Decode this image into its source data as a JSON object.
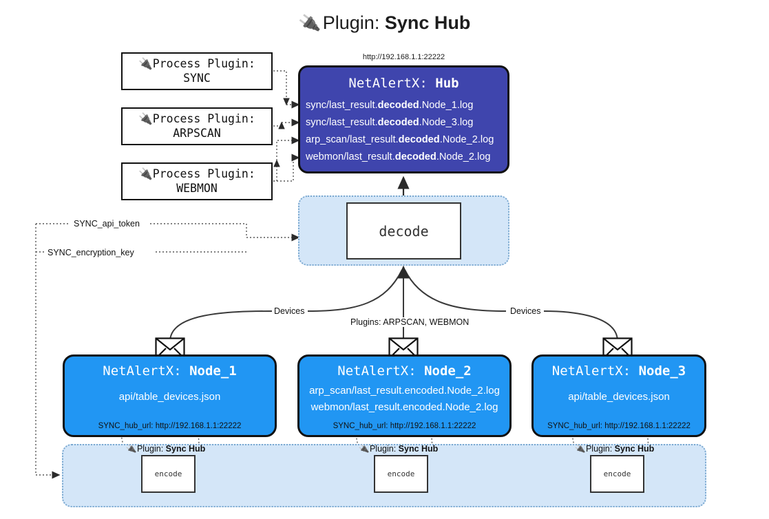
{
  "title": {
    "icon": "plug-icon",
    "prefix": "Plugin:",
    "name": "Sync Hub"
  },
  "hub": {
    "url": "http://192.168.1.1:22222",
    "label_prefix": "NetAlertX:",
    "label_name": "Hub",
    "logs": [
      {
        "pre": "sync/last_result.",
        "mid": "decoded",
        "post": ".Node_1.log"
      },
      {
        "pre": "sync/last_result.",
        "mid": "decoded",
        "post": ".Node_3.log"
      },
      {
        "pre": "arp_scan/last_result.",
        "mid": "decoded",
        "post": ".Node_2.log"
      },
      {
        "pre": "webmon/last_result.",
        "mid": "decoded",
        "post": ".Node_2.log"
      }
    ],
    "color": "#3f45ad"
  },
  "process_plugins": [
    {
      "line1": "Process Plugin:",
      "line2": "SYNC"
    },
    {
      "line1": "Process Plugin:",
      "line2": "ARPSCAN"
    },
    {
      "line1": "Process Plugin:",
      "line2": "WEBMON"
    }
  ],
  "decode": {
    "label": "decode"
  },
  "settings": {
    "api_token": "SYNC_api_token",
    "encryption_key": "SYNC_encryption_key"
  },
  "edge_labels": {
    "devices_left": "Devices",
    "devices_right": "Devices",
    "plugins": "Plugins: ARPSCAN, WEBMON"
  },
  "nodes": [
    {
      "label_prefix": "NetAlertX:",
      "label_name": "Node_1",
      "lines": [
        "api/table_devices.json"
      ],
      "hub_url": "SYNC_hub_url: http://192.168.1.1:22222",
      "color": "#2196f3"
    },
    {
      "label_prefix": "NetAlertX:",
      "label_name": "Node_2",
      "lines": [
        "arp_scan/last_result.encoded.Node_2.log",
        "webmon/last_result.encoded.Node_2.log"
      ],
      "hub_url": "SYNC_hub_url: http://192.168.1.1:22222",
      "color": "#2196f3"
    },
    {
      "label_prefix": "NetAlertX:",
      "label_name": "Node_3",
      "lines": [
        "api/table_devices.json"
      ],
      "hub_url": "SYNC_hub_url: http://192.168.1.1:22222",
      "color": "#2196f3"
    }
  ],
  "encoders": [
    {
      "tag_prefix": "Plugin:",
      "tag_name": "Sync Hub",
      "label": "encode"
    },
    {
      "tag_prefix": "Plugin:",
      "tag_name": "Sync Hub",
      "label": "encode"
    },
    {
      "tag_prefix": "Plugin:",
      "tag_name": "Sync Hub",
      "label": "encode"
    }
  ],
  "colors": {
    "hub": "#3f45ad",
    "node": "#2196f3",
    "container": "#d4e6f8",
    "container_border": "#7aa8d0",
    "stroke": "#333333"
  }
}
